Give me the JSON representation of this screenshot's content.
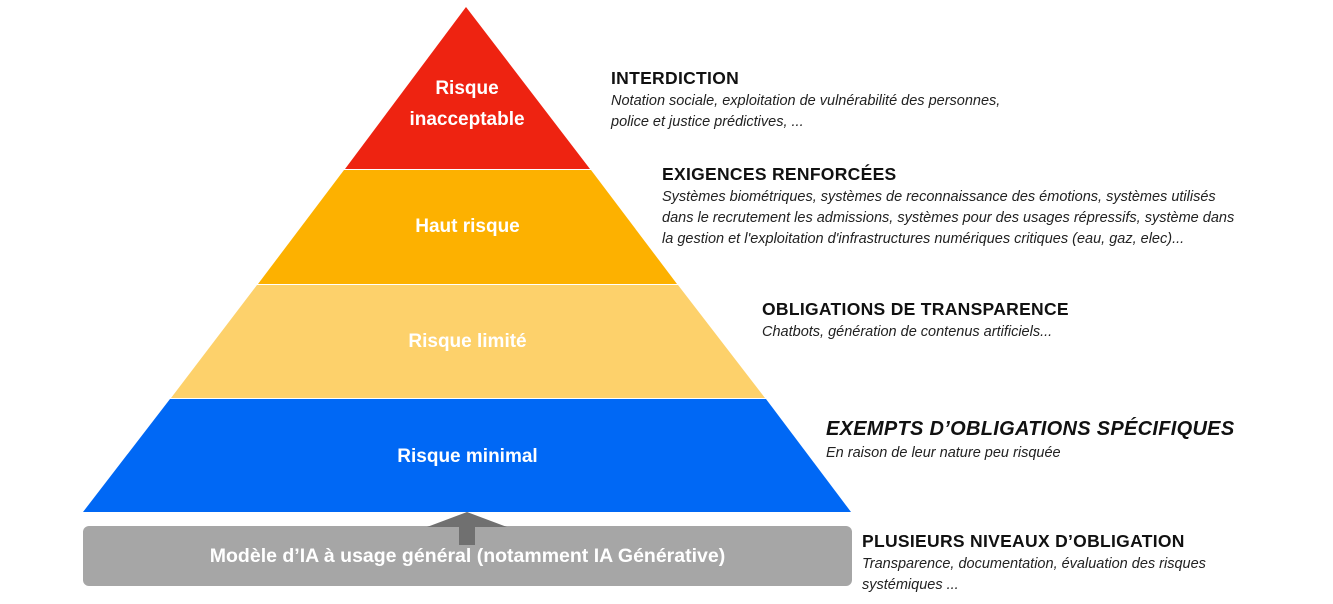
{
  "colors": {
    "tier1": "#ee2311",
    "tier2": "#fdb100",
    "tier3": "#fdd16b",
    "tier4": "#0068f5",
    "base": "#a6a6a6",
    "arrow": "#707070"
  },
  "tiers": [
    {
      "label": "Risque inacceptable",
      "heading": "INTERDICTION",
      "lines": [
        "Notation sociale, exploitation de vulnérabilité des personnes,",
        "police et justice prédictives, ..."
      ]
    },
    {
      "label": "Haut risque",
      "heading": "EXIGENCES RENFORCÉES",
      "lines": [
        "Systèmes biométriques, systèmes de reconnaissance des émotions, systèmes utilisés",
        "dans le recrutement les admissions, systèmes pour des usages répressifs, système dans",
        "la gestion et l'exploitation d'infrastructures numériques critiques (eau, gaz, elec)..."
      ]
    },
    {
      "label": "Risque limité",
      "heading": "OBLIGATIONS DE TRANSPARENCE",
      "lines": [
        "Chatbots, génération de contenus artificiels..."
      ]
    },
    {
      "label": "Risque minimal",
      "heading": "EXEMPTS D’OBLIGATIONS SPÉCIFIQUES",
      "lines": [
        "En raison de leur nature peu risquée"
      ]
    }
  ],
  "base": {
    "label": "Modèle d’IA à usage général (notamment IA Générative)",
    "heading": "PLUSIEURS NIVEAUX D’OBLIGATION",
    "lines": [
      "Transparence, documentation, évaluation des risques",
      "systémiques ..."
    ]
  }
}
